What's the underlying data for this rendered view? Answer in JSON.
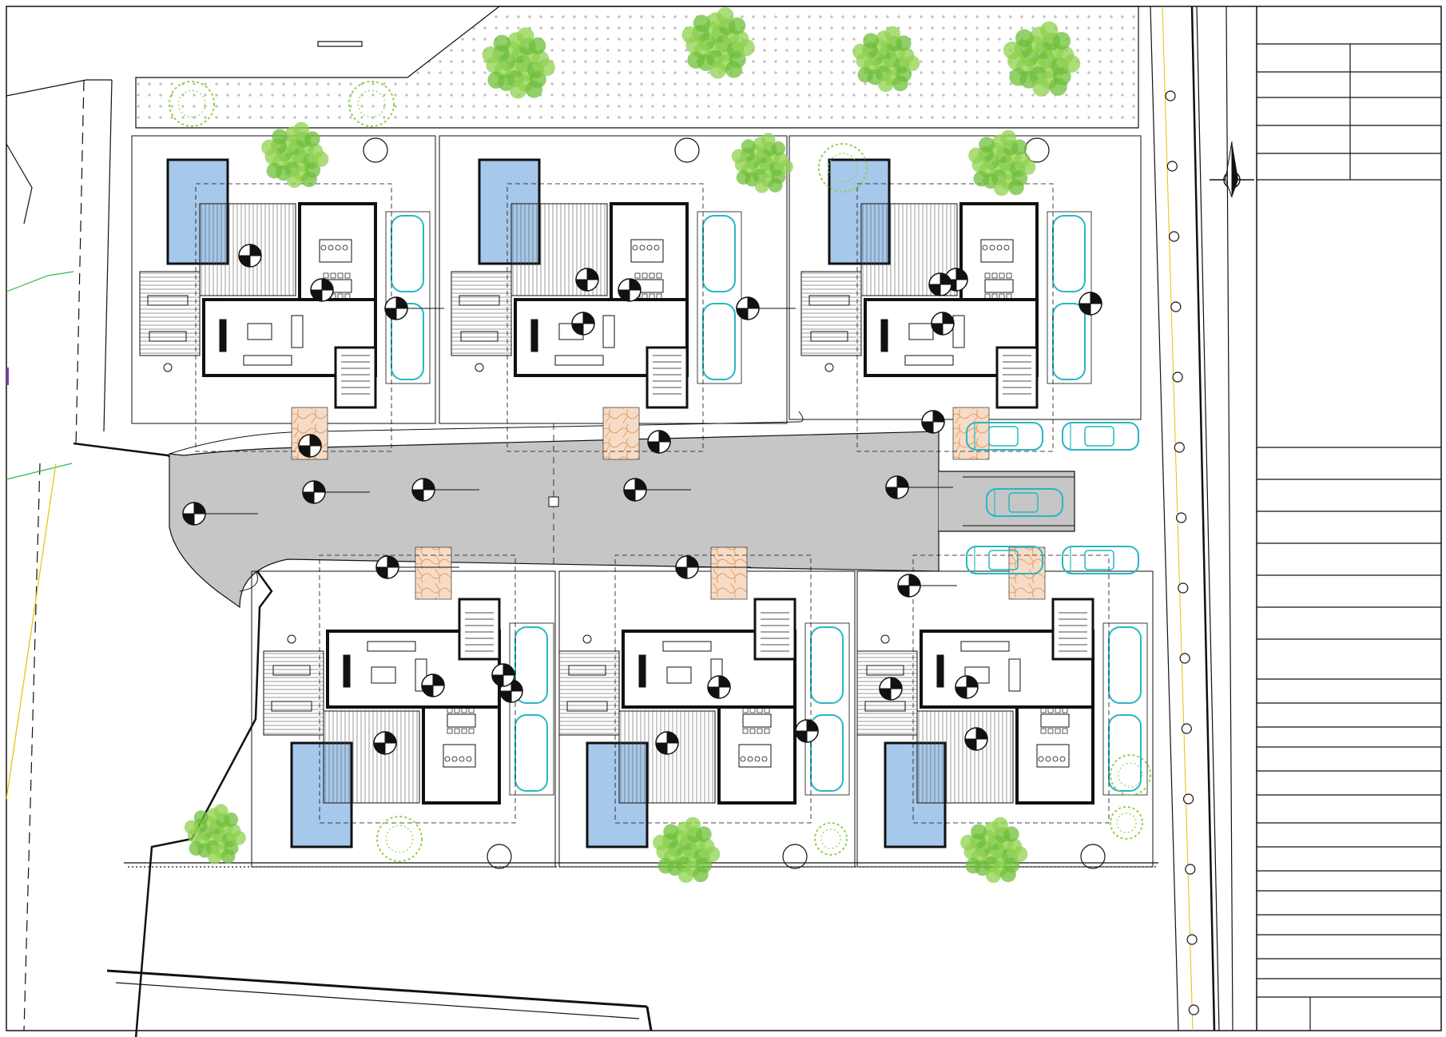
{
  "drawing": {
    "colors": {
      "line": "#111111",
      "road": "#c6c6c6",
      "pool": "#a6c8ea",
      "tree": "#8fd14f",
      "tree_dark": "#6fbf3a",
      "car": "#27b7c4",
      "paving": "#e8b48a",
      "landscape_dots": "#9a9a9a",
      "grass_line": "#39b54a",
      "yellow_line": "#e6c200",
      "purple_mark": "#7b3fa0"
    },
    "icons": {
      "north_arrow": "north-arrow-icon",
      "level_marker": "level-marker-icon",
      "tree": "tree-icon",
      "car": "car-icon",
      "pool": "pool-icon"
    },
    "counts_shown": {
      "villas": 6,
      "pools": 6
    }
  },
  "title_block": {
    "top_rows": 5,
    "lower_rows": 22
  }
}
